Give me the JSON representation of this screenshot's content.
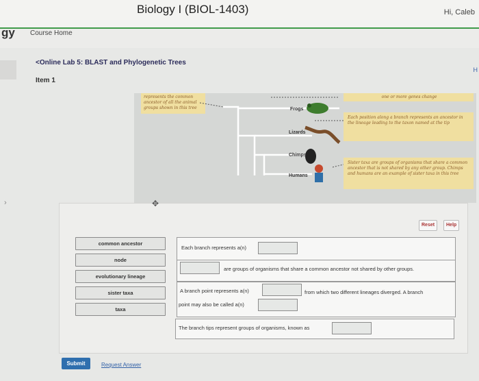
{
  "header": {
    "app_title": "Biology I (BIOL-1403)",
    "greeting": "Hi, Caleb"
  },
  "nav": {
    "course_code": "gy",
    "course_home": "Course Home",
    "right_cut": "H"
  },
  "breadcrumb": {
    "back_label": "<Online Lab 5: BLAST and Phylogenetic Trees"
  },
  "item": {
    "label": "Item 1"
  },
  "figure": {
    "taxa": [
      "Frogs",
      "Lizards",
      "Chimps",
      "Humans"
    ],
    "note_top_left": "represents the common ancestor of all the animal groups shown in this tree",
    "note_top_right": "one or more genes change",
    "note_right_1": "Each position along a branch represents an ancestor in the lineage leading to the taxon named at the tip",
    "note_right_2": "Sister taxa are groups of organisms that share a common ancestor that is not shared by any other group. Chimps and humans are an example of sister taxa in this tree"
  },
  "controls": {
    "reset": "Reset",
    "help": "Help"
  },
  "chips": [
    "common ancestor",
    "node",
    "evolutionary lineage",
    "sister taxa",
    "taxa"
  ],
  "statements": {
    "s1": "Each branch represents a(n)",
    "s2": "are groups of organisms that share a common ancestor not shared by other groups.",
    "s3a": "A branch point represents a(n)",
    "s3b": "from which two different lineages diverged. A branch",
    "s3c": "point may also be called a(n)",
    "s4": "The branch tips represent groups of organisms, known as"
  },
  "actions": {
    "submit": "Submit",
    "request": "Request Answer"
  }
}
